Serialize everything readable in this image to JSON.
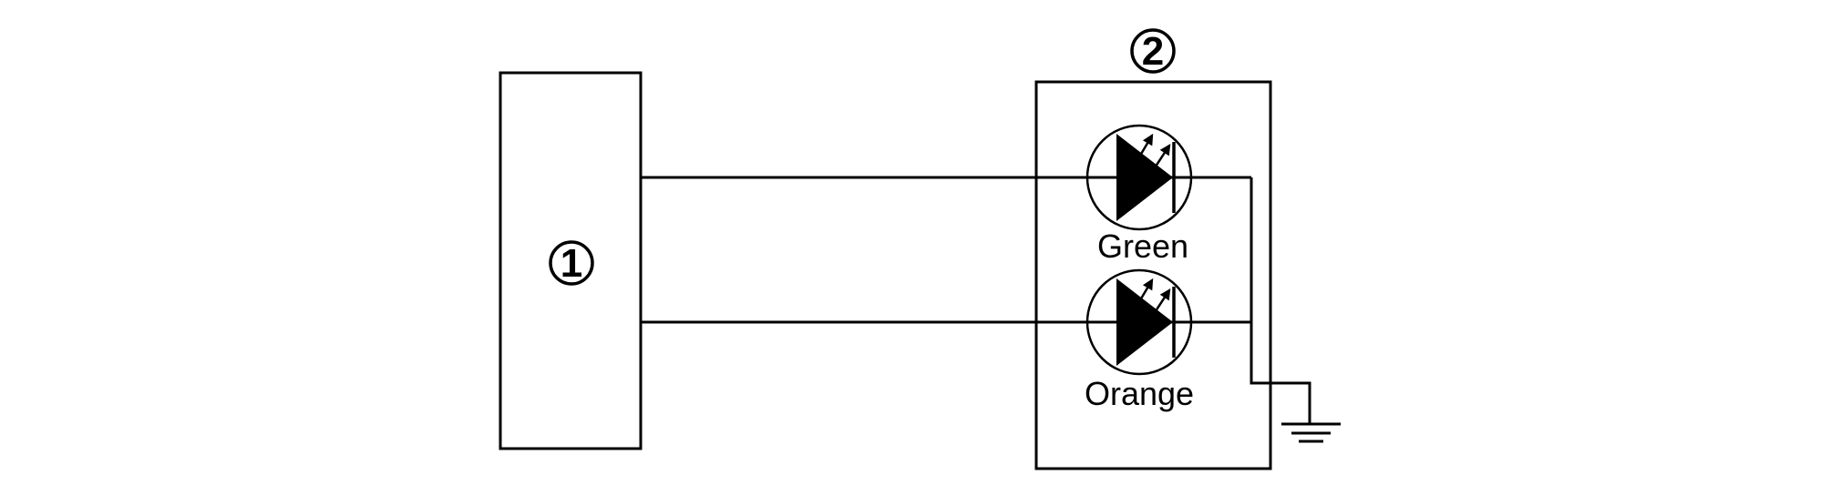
{
  "diagram": {
    "kind": "led-wiring-diagram",
    "colors": {
      "line": "#000000",
      "background": "#ffffff"
    },
    "component_1": {
      "label": "1"
    },
    "component_2": {
      "label": "2"
    },
    "leds": {
      "green": {
        "label": "Green"
      },
      "orange": {
        "label": "Orange"
      }
    }
  }
}
